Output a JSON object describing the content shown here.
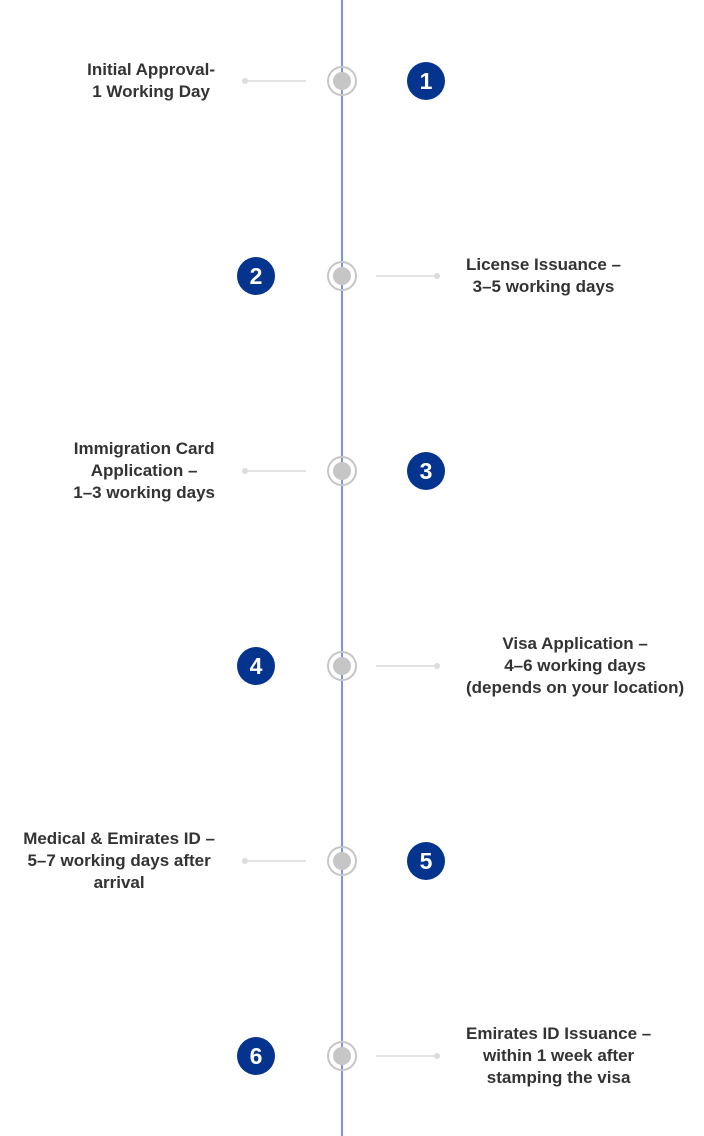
{
  "accent_color": "#05348f",
  "steps": [
    {
      "number": "1",
      "label": "Initial Approval-\n1 Working Day",
      "side": "left"
    },
    {
      "number": "2",
      "label": "License Issuance –\n3–5 working days",
      "side": "right"
    },
    {
      "number": "3",
      "label": "Immigration Card\nApplication –\n1–3 working days",
      "side": "left"
    },
    {
      "number": "4",
      "label": "Visa Application –\n4–6 working days\n(depends on your location)",
      "side": "right"
    },
    {
      "number": "5",
      "label": "Medical & Emirates ID –\n5–7 working days after\narrival",
      "side": "left"
    },
    {
      "number": "6",
      "label": "Emirates ID Issuance –\nwithin 1 week after\nstamping the visa",
      "side": "right"
    }
  ]
}
